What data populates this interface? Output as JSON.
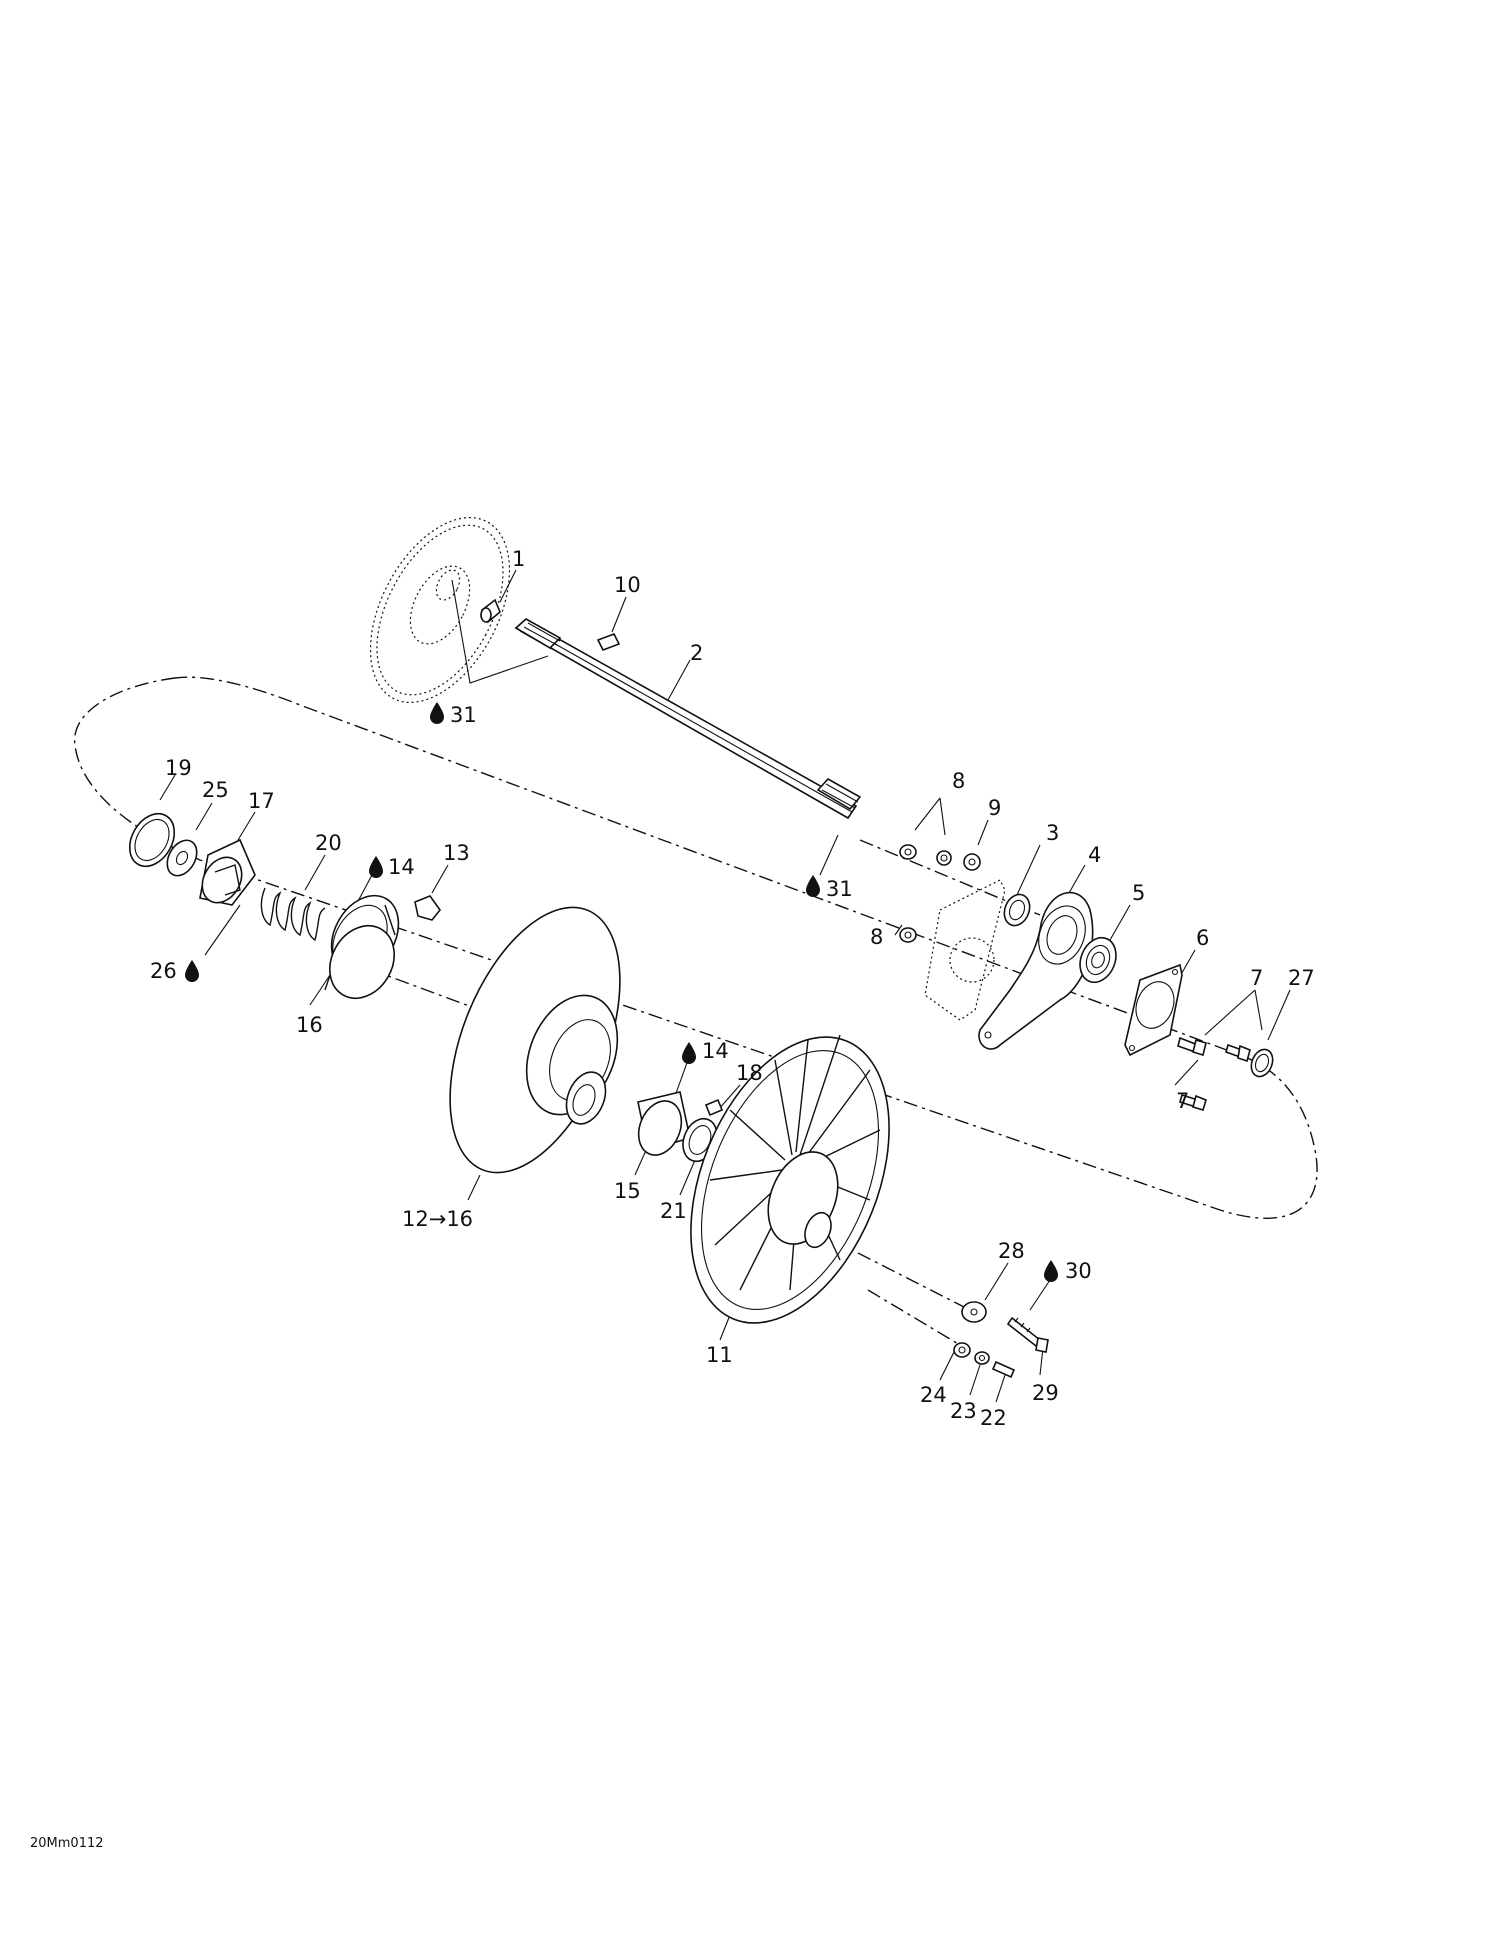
{
  "diagram": {
    "code": "20Mm0112",
    "callouts": [
      {
        "id": "c1",
        "text": "1"
      },
      {
        "id": "c10",
        "text": "10"
      },
      {
        "id": "c2",
        "text": "2"
      },
      {
        "id": "c31a",
        "text": "31"
      },
      {
        "id": "c19",
        "text": "19"
      },
      {
        "id": "c25",
        "text": "25"
      },
      {
        "id": "c17",
        "text": "17"
      },
      {
        "id": "c20",
        "text": "20"
      },
      {
        "id": "c14a",
        "text": "14"
      },
      {
        "id": "c13",
        "text": "13"
      },
      {
        "id": "c26",
        "text": "26"
      },
      {
        "id": "c16",
        "text": "16"
      },
      {
        "id": "c8a",
        "text": "8"
      },
      {
        "id": "c9",
        "text": "9"
      },
      {
        "id": "c3",
        "text": "3"
      },
      {
        "id": "c4",
        "text": "4"
      },
      {
        "id": "c5",
        "text": "5"
      },
      {
        "id": "c6",
        "text": "6"
      },
      {
        "id": "c7a",
        "text": "7"
      },
      {
        "id": "c27",
        "text": "27"
      },
      {
        "id": "c8b",
        "text": "8"
      },
      {
        "id": "c31b",
        "text": "31"
      },
      {
        "id": "c7b",
        "text": "7"
      },
      {
        "id": "c14b",
        "text": "14"
      },
      {
        "id": "c18",
        "text": "18"
      },
      {
        "id": "c15",
        "text": "15"
      },
      {
        "id": "c21",
        "text": "21"
      },
      {
        "id": "c12",
        "text": "12→16"
      },
      {
        "id": "c28",
        "text": "28"
      },
      {
        "id": "c30",
        "text": "30"
      },
      {
        "id": "c11",
        "text": "11"
      },
      {
        "id": "c24",
        "text": "24"
      },
      {
        "id": "c23",
        "text": "23"
      },
      {
        "id": "c22",
        "text": "22"
      },
      {
        "id": "c29",
        "text": "29"
      }
    ]
  }
}
